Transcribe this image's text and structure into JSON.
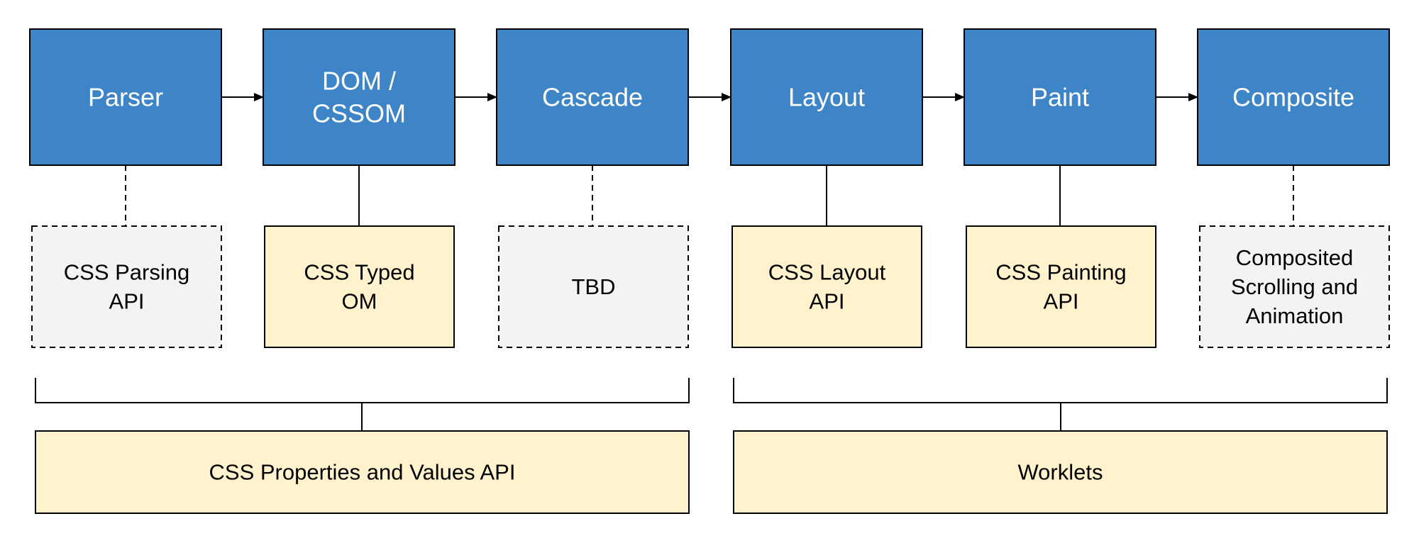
{
  "colors": {
    "stage_fill": "#3d85c6",
    "stage_stroke": "#000000",
    "stage_text": "#ffffff",
    "api_fill": "#fff2cc",
    "tbd_fill": "#f3f3f3",
    "line": "#000000"
  },
  "stages": [
    {
      "lines": [
        "Parser"
      ]
    },
    {
      "lines": [
        "DOM /",
        "CSSOM"
      ]
    },
    {
      "lines": [
        "Cascade"
      ]
    },
    {
      "lines": [
        "Layout"
      ]
    },
    {
      "lines": [
        "Paint"
      ]
    },
    {
      "lines": [
        "Composite"
      ]
    }
  ],
  "apis": [
    {
      "lines": [
        "CSS Parsing",
        "API"
      ],
      "status": "proposed"
    },
    {
      "lines": [
        "CSS Typed",
        "OM"
      ],
      "status": "spec"
    },
    {
      "lines": [
        "TBD"
      ],
      "status": "proposed"
    },
    {
      "lines": [
        "CSS Layout",
        "API"
      ],
      "status": "spec"
    },
    {
      "lines": [
        "CSS Painting",
        "API"
      ],
      "status": "spec"
    },
    {
      "lines": [
        "Composited",
        "Scrolling and",
        "Animation"
      ],
      "status": "proposed"
    }
  ],
  "groups": [
    {
      "label": "CSS Properties and Values API"
    },
    {
      "label": "Worklets"
    }
  ]
}
